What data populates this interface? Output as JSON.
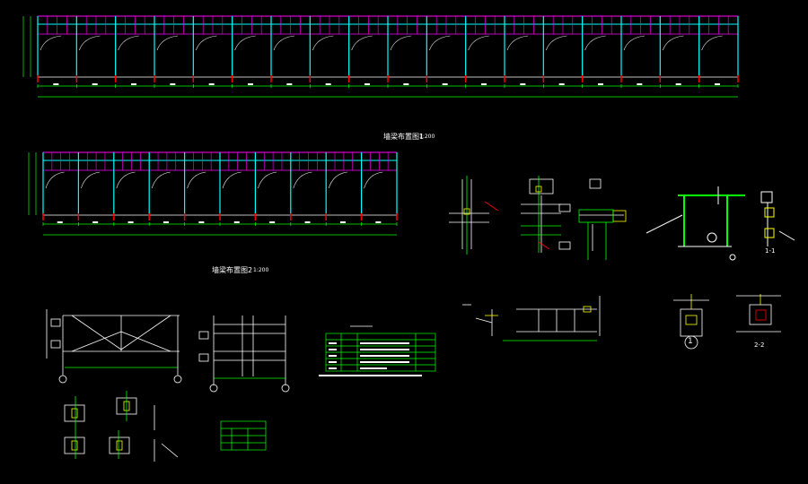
{
  "drawing": {
    "plan1_title": "墙梁布置图1",
    "plan1_scale": "1:200",
    "plan2_title": "墙梁布置图2",
    "plan2_scale": "1:200",
    "detail_mark_1": "1",
    "detail_mark_2": "2-2",
    "detail_mark_3": "1-1"
  },
  "colors": {
    "background": "#000000",
    "frame_line": "#00ffff",
    "purlin_line": "#ff00ff",
    "beam_line": "#00ff00",
    "dimension_line": "#00ff00",
    "red_mark": "#ff0000",
    "white_line": "#ffffff",
    "yellow": "#ffff00"
  }
}
